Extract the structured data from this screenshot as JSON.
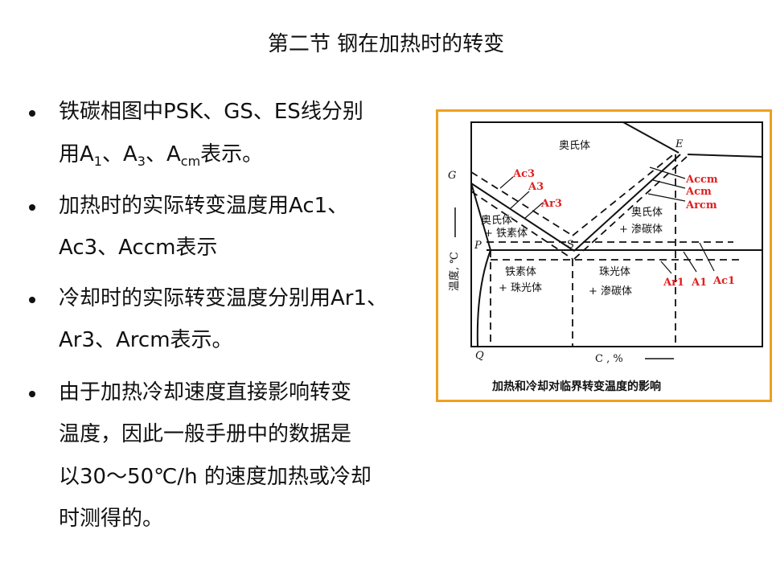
{
  "slide": {
    "title": "第二节  钢在加热时的转变",
    "bullets": [
      {
        "lines": [
          "铁碳相图中PSK、GS、ES线分别"
        ],
        "line2_segments": [
          "用A",
          "1",
          "、A",
          "3",
          "、A",
          "cm",
          "表示。"
        ]
      },
      {
        "lines": [
          "加热时的实际转变温度用Ac1、",
          "Ac3、Accm表示"
        ]
      },
      {
        "lines": [
          "冷却时的实际转变温度分别用Ar1、",
          "Ar3、Arcm表示。"
        ]
      },
      {
        "lines": [
          "由于加热冷却速度直接影响转变",
          "温度，因此一般手册中的数据是",
          "以30～50℃/h 的速度加热或冷却",
          "时测得的。"
        ]
      }
    ]
  },
  "figure": {
    "caption": "加热和冷却对临界转变温度的影响",
    "border_color": "#f0a020",
    "label_color": "#e02020",
    "point_labels": {
      "G": "G",
      "E": "E",
      "S": "S",
      "P": "P",
      "Q": "Q"
    },
    "regions": {
      "austenite": "奥氏体",
      "austenite_ferrite_1": "奥氏体",
      "austenite_ferrite_2": "+ 铁素体",
      "austenite_cementite_1": "奥氏体",
      "austenite_cementite_2": "+ 渗碳体",
      "ferrite_pearlite_1": "铁素体",
      "ferrite_pearlite_2": "+ 珠光体",
      "pearlite_cementite_1": "珠光体",
      "pearlite_cementite_2": "+ 渗碳体"
    },
    "axis": {
      "y_label": "温度, ℃",
      "x_label": "C , %"
    },
    "critical_labels": {
      "Ac3": "Ac3",
      "A3": "A3",
      "Ar3": "Ar3",
      "Accm": "Accm",
      "Acm": "Acm",
      "Arcm": "Arcm",
      "Ar1": "Ar1",
      "A1": "A1",
      "Ac1": "Ac1"
    }
  }
}
